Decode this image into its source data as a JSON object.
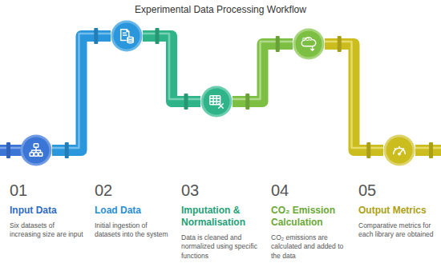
{
  "diagram": {
    "title": "Experimental Data Processing Workflow",
    "nodes": [
      {
        "text": [
          "01",
          "Input Data",
          "Six datasets of increasing size are input"
        ]
      },
      {
        "text": [
          "02",
          "Load Data",
          "Initial ingestion of datasets into the system"
        ]
      },
      {
        "text": [
          "03",
          "Imputation & Normalisation",
          "Data is cleaned and normalized using specific functions"
        ]
      },
      {
        "text": [
          "04",
          "CO₂ Emission Calculation",
          "CO₂ emissions are calculated and added to the data"
        ]
      },
      {
        "text": [
          "05",
          "Output Metrics",
          "Comparative metrics for each library are obtained"
        ]
      }
    ],
    "edges": [
      {
        "from": 0,
        "to": 1,
        "arrow": "none"
      },
      {
        "from": 1,
        "to": 2,
        "arrow": "none"
      },
      {
        "from": 2,
        "to": 3,
        "arrow": "none"
      },
      {
        "from": 3,
        "to": 4,
        "arrow": "none"
      }
    ],
    "labels": [
      "CO₂"
    ]
  }
}
